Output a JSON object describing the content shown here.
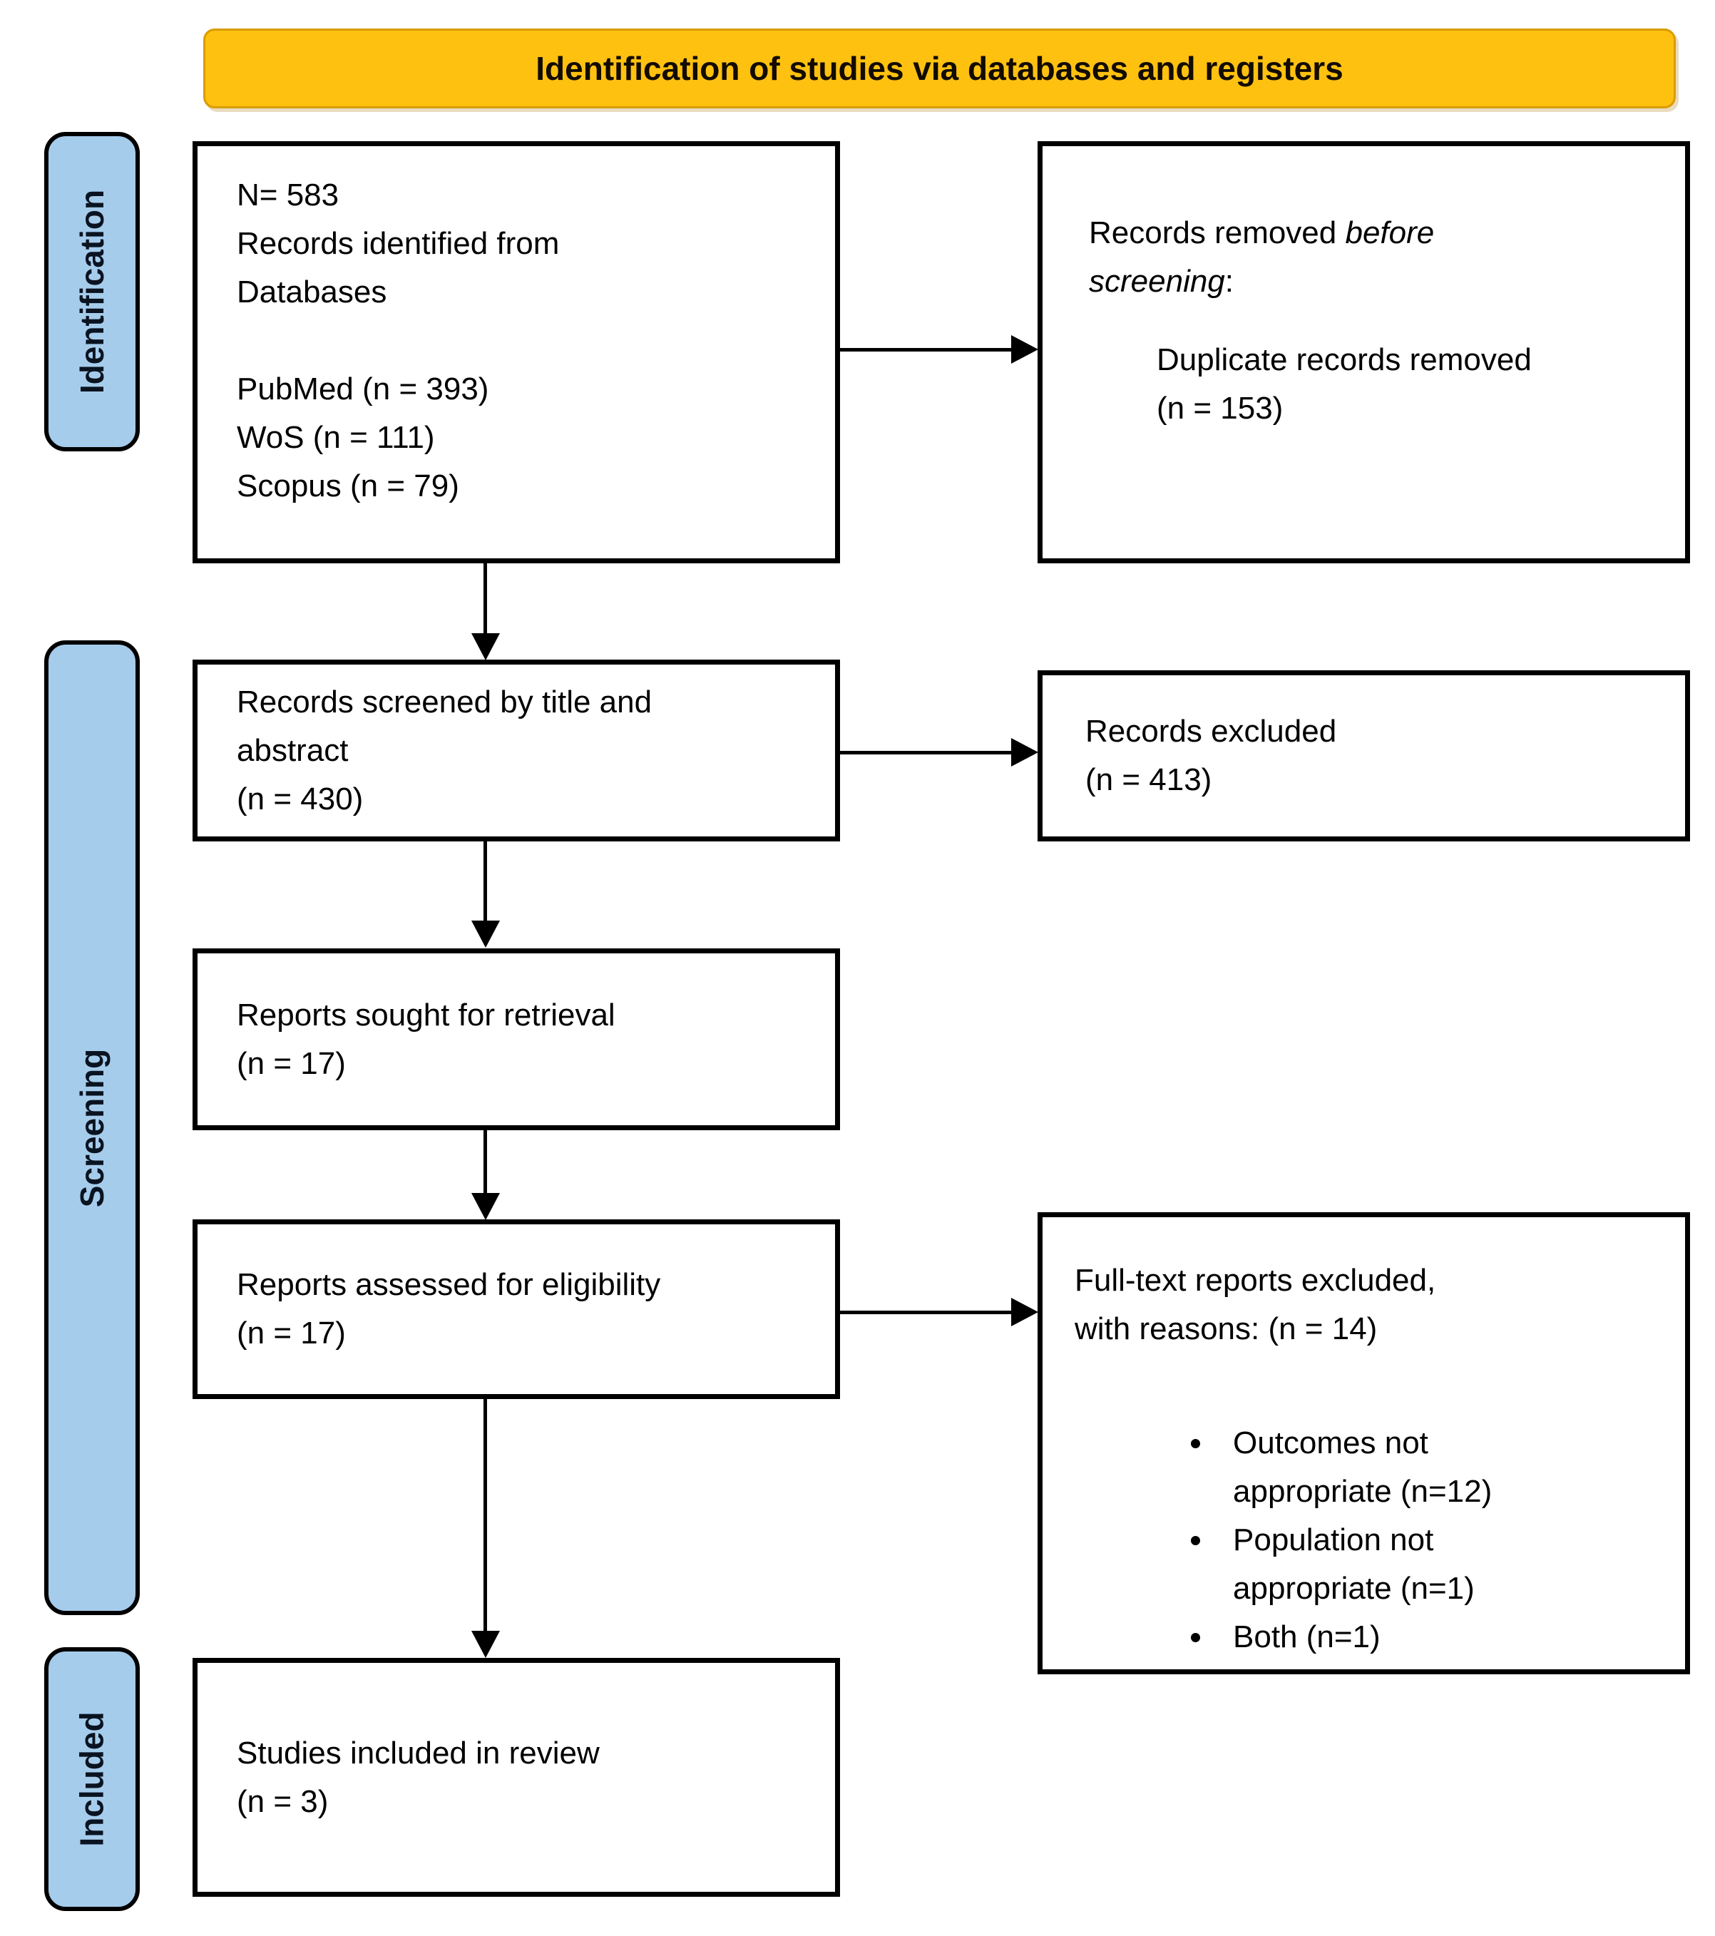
{
  "colors": {
    "banner_bg": "#FEC110",
    "banner_border": "#D99C00",
    "sidebar_bg": "#A6CCEC",
    "box_border": "#000000",
    "text": "#000000"
  },
  "banner": {
    "title": "Identification of studies via databases and registers"
  },
  "sidebar": {
    "items": [
      {
        "id": "identification",
        "label": "Identification"
      },
      {
        "id": "screening",
        "label": "Screening"
      },
      {
        "id": "included",
        "label": "Included"
      }
    ]
  },
  "boxes": {
    "identified": {
      "text": "N= 583\nRecords identified from\nDatabases\n\nPubMed (n = 393)\nWoS (n = 111)\nScopus (n = 79)"
    },
    "removed_before": {
      "prefix": "Records removed ",
      "emphasis": "before screening",
      "suffix": ":",
      "detail": "Duplicate records removed\n(n = 153)"
    },
    "screened": {
      "text": "Records screened by title and\nabstract\n(n = 430)"
    },
    "excluded": {
      "text": "Records excluded\n(n = 413)"
    },
    "sought": {
      "text": "Reports sought for retrieval\n(n = 17)"
    },
    "assessed": {
      "text": "Reports assessed for eligibility\n(n = 17)"
    },
    "fulltext_excluded": {
      "heading": "Full-text reports excluded,\nwith reasons: (n = 14)",
      "bullets": [
        "Outcomes not appropriate (n=12)",
        "Population not appropriate (n=1)",
        "Both (n=1)"
      ]
    },
    "included_review": {
      "text": "Studies included in review\n(n = 3)"
    }
  }
}
